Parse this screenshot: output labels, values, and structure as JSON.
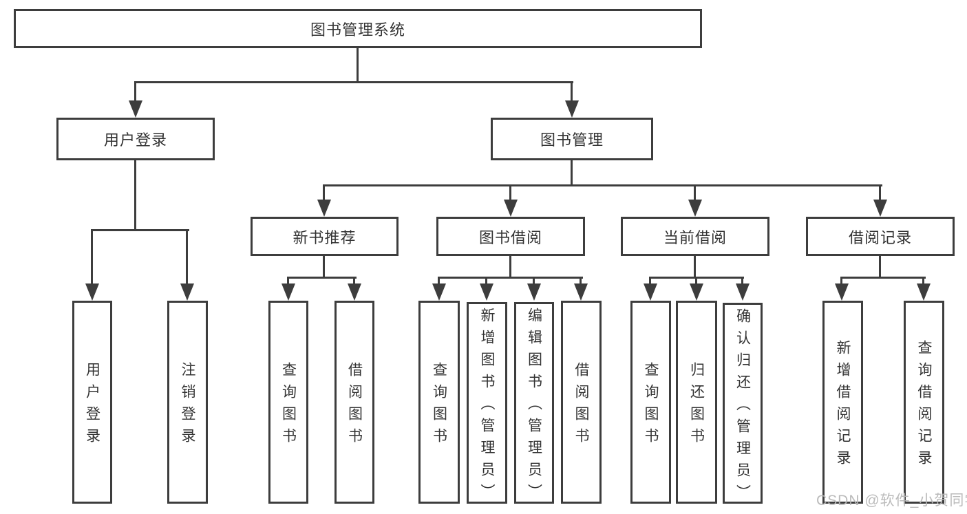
{
  "tree": {
    "label": "图书管理系统",
    "children": [
      {
        "label": "用户登录",
        "children": [
          {
            "label": "用户登录"
          },
          {
            "label": "注销登录"
          }
        ]
      },
      {
        "label": "图书管理",
        "children": [
          {
            "label": "新书推荐",
            "children": [
              {
                "label": "查询图书"
              },
              {
                "label": "借阅图书"
              }
            ]
          },
          {
            "label": "图书借阅",
            "children": [
              {
                "label": "查询图书"
              },
              {
                "label": "新增图书（管理员）"
              },
              {
                "label": "编辑图书（管理员）"
              },
              {
                "label": "借阅图书"
              }
            ]
          },
          {
            "label": "当前借阅",
            "children": [
              {
                "label": "查询图书"
              },
              {
                "label": "归还图书"
              },
              {
                "label": "确认归还（管理员）"
              }
            ]
          },
          {
            "label": "借阅记录",
            "children": [
              {
                "label": "新增借阅记录"
              },
              {
                "label": "查询借阅记录"
              }
            ]
          }
        ]
      }
    ]
  },
  "watermark": {
    "text": "CSDN @软件_小贺同学"
  },
  "colors": {
    "line": "#3d3d3d",
    "text": "#333333",
    "box_background": "#ffffff",
    "page_background": "#ffffff",
    "watermark": "#b7b7b7"
  }
}
